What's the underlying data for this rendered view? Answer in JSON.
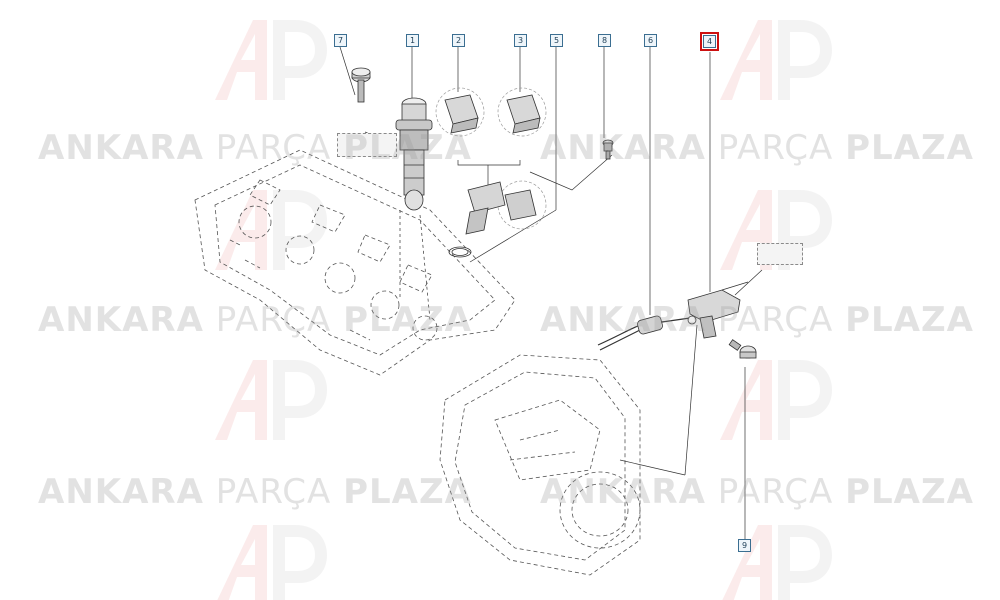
{
  "watermark": {
    "brand_bold": "ANKARA",
    "brand_light": "PARÇA",
    "brand_bold2": "PLAZA"
  },
  "callouts": {
    "c1": "1",
    "c2": "2",
    "c3": "3",
    "c4": "4",
    "c5": "5",
    "c6": "6",
    "c7": "7",
    "c8": "8",
    "c9": "9"
  },
  "highlight": {
    "callout": "4",
    "color": "#cc1111"
  },
  "colors": {
    "line": "#333333",
    "callout_border": "#3b6e91",
    "watermark": "#bdbdbd"
  },
  "icons": [
    "ap-logo-watermark"
  ]
}
